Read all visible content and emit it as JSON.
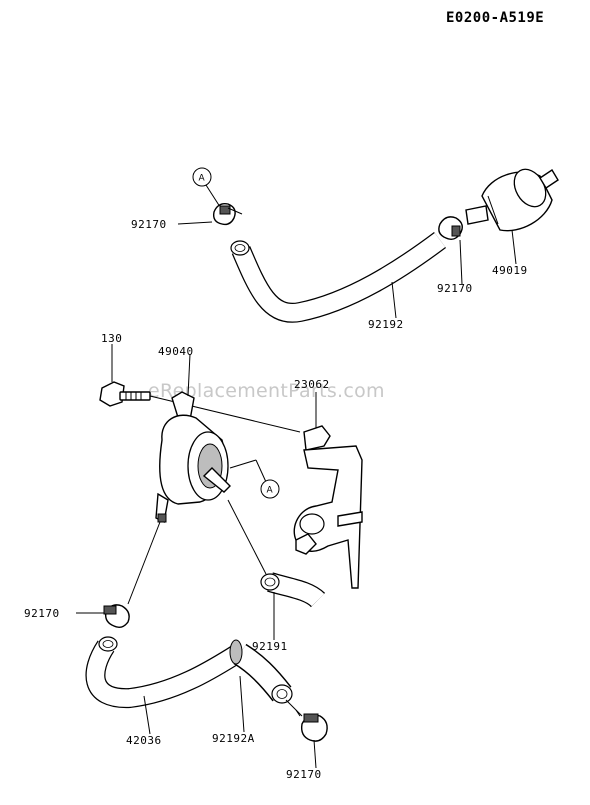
{
  "diagram_code": "E0200-A519E",
  "watermark": "eReplacementParts.com",
  "callout_letter": "A",
  "parts": [
    {
      "id": "clamp-top-left",
      "number": "92170"
    },
    {
      "id": "clamp-top-right",
      "number": "92170"
    },
    {
      "id": "fuel-filter",
      "number": "49019"
    },
    {
      "id": "hose-top",
      "number": "92192"
    },
    {
      "id": "bolt",
      "number": "130"
    },
    {
      "id": "fuel-pump",
      "number": "49040"
    },
    {
      "id": "bracket",
      "number": "23062"
    },
    {
      "id": "clamp-left",
      "number": "92170"
    },
    {
      "id": "hose-short",
      "number": "92191"
    },
    {
      "id": "hose-bottom",
      "number": "42036"
    },
    {
      "id": "hose-bottom-b",
      "number": "92192A"
    },
    {
      "id": "clamp-bottom",
      "number": "92170"
    }
  ]
}
